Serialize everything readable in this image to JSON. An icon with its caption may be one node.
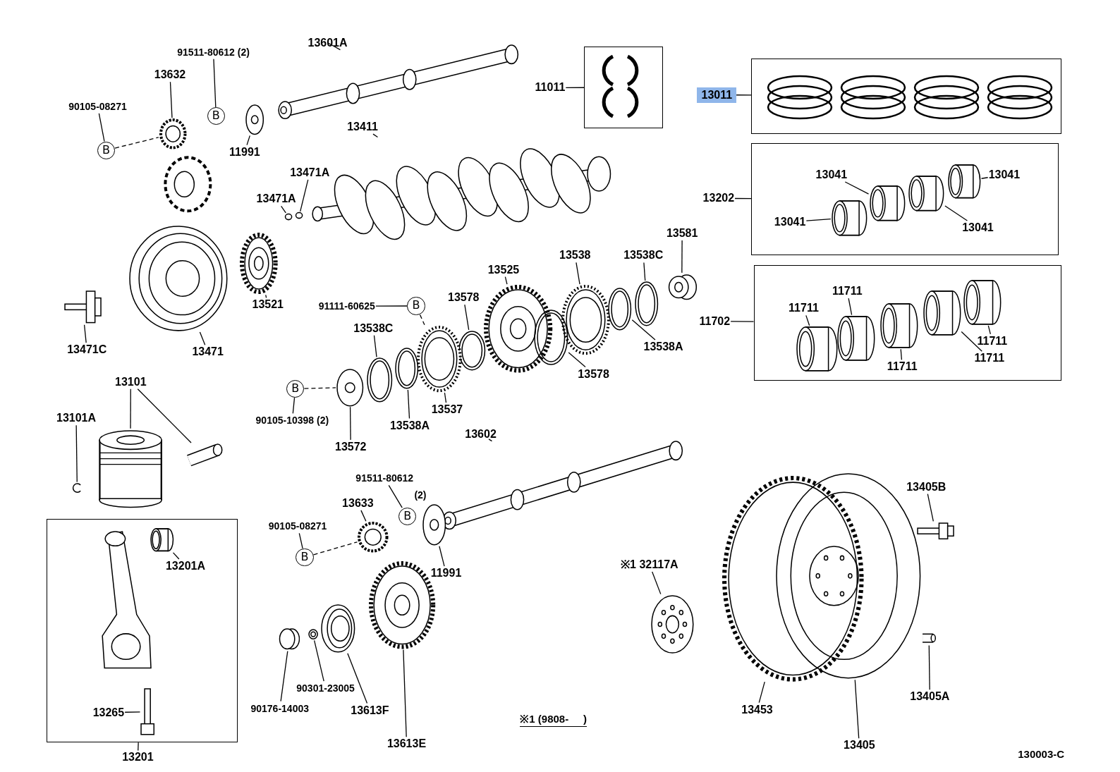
{
  "diagram": {
    "nodes": [
      {
        "text": [
          "13601A"
        ]
      },
      {
        "text": [],
        "shape": "picture"
      },
      {
        "text": [
          "91511-80612 (2)"
        ]
      },
      {
        "text": [
          "B"
        ]
      },
      {
        "text": [],
        "shape": "picture"
      },
      {
        "text": [
          "11991"
        ]
      },
      {
        "text": [
          "13632"
        ]
      },
      {
        "text": [],
        "shape": "picture"
      },
      {
        "text": [
          "90105-08271"
        ]
      },
      {
        "text": [
          "B"
        ]
      },
      {
        "text": [
          "11011"
        ]
      },
      {
        "text": [],
        "shape": "box"
      },
      {
        "text": [
          "13011"
        ]
      },
      {
        "text": [],
        "shape": "box"
      },
      {
        "text": [
          "13411"
        ]
      },
      {
        "text": [],
        "shape": "picture"
      },
      {
        "text": [
          "13471A"
        ]
      },
      {
        "text": [
          "13471A"
        ]
      },
      {
        "text": [],
        "shape": "circle"
      },
      {
        "text": [],
        "shape": "circle"
      },
      {
        "text": [
          "13202"
        ]
      },
      {
        "text": [],
        "shape": "box"
      },
      {
        "text": [
          "13041"
        ],
        "in": 21
      },
      {
        "text": [],
        "shape": "picture",
        "in": 21
      },
      {
        "text": [],
        "shape": "picture",
        "in": 21
      },
      {
        "text": [
          "13041"
        ],
        "in": 21
      },
      {
        "text": [
          "13041"
        ],
        "in": 21
      },
      {
        "text": [],
        "shape": "picture",
        "in": 21
      },
      {
        "text": [],
        "shape": "picture",
        "in": 21
      },
      {
        "text": [
          "13041"
        ],
        "in": 21
      },
      {
        "text": [
          "13581"
        ]
      },
      {
        "text": [],
        "shape": "cylinder"
      },
      {
        "text": [
          "13538"
        ]
      },
      {
        "text": [],
        "shape": "picture"
      },
      {
        "text": [
          "13538C"
        ]
      },
      {
        "text": [],
        "shape": "picture"
      },
      {
        "text": [
          "13525"
        ]
      },
      {
        "text": [],
        "shape": "picture"
      },
      {
        "text": [
          "13578"
        ]
      },
      {
        "text": [],
        "shape": "picture"
      },
      {
        "text": [
          "91111-60625"
        ]
      },
      {
        "text": [
          "B"
        ]
      },
      {
        "text": [
          "13538C"
        ]
      },
      {
        "text": [],
        "shape": "picture"
      },
      {
        "text": [
          "13538A"
        ]
      },
      {
        "text": [],
        "shape": "picture"
      },
      {
        "text": [
          "13578"
        ]
      },
      {
        "text": [],
        "shape": "picture"
      },
      {
        "text": [
          "13537"
        ]
      },
      {
        "text": [],
        "shape": "picture"
      },
      {
        "text": [
          "13538A"
        ]
      },
      {
        "text": [],
        "shape": "picture"
      },
      {
        "text": [
          "B"
        ]
      },
      {
        "text": [
          "90105-10398 (2)"
        ]
      },
      {
        "text": [],
        "shape": "picture"
      },
      {
        "text": [
          "13572"
        ]
      },
      {
        "text": [
          "13521"
        ]
      },
      {
        "text": [],
        "shape": "picture"
      },
      {
        "text": [
          "13471"
        ]
      },
      {
        "text": [],
        "shape": "picture"
      },
      {
        "text": [
          "13471C"
        ]
      },
      {
        "text": [],
        "shape": "picture"
      },
      {
        "text": [
          "11702"
        ]
      },
      {
        "text": [],
        "shape": "box"
      },
      {
        "text": [
          "11711"
        ],
        "in": 63
      },
      {
        "text": [
          "11711"
        ],
        "in": 63
      },
      {
        "text": [],
        "shape": "picture",
        "in": 63
      },
      {
        "text": [],
        "shape": "picture",
        "in": 63
      },
      {
        "text": [],
        "shape": "picture",
        "in": 63
      },
      {
        "text": [],
        "shape": "picture",
        "in": 63
      },
      {
        "text": [],
        "shape": "picture",
        "in": 63
      },
      {
        "text": [
          "11711"
        ],
        "in": 63
      },
      {
        "text": [
          "11711"
        ],
        "in": 63
      },
      {
        "text": [
          "11711"
        ],
        "in": 63
      },
      {
        "text": [
          "13101"
        ]
      },
      {
        "text": [],
        "shape": "picture"
      },
      {
        "text": [],
        "shape": "picture"
      },
      {
        "text": [
          "13101A"
        ]
      },
      {
        "text": [],
        "shape": "picture"
      },
      {
        "text": [],
        "shape": "box"
      },
      {
        "text": [],
        "shape": "picture",
        "in": 79
      },
      {
        "text": [],
        "shape": "picture",
        "in": 79
      },
      {
        "text": [
          "13201A"
        ],
        "in": 79
      },
      {
        "text": [],
        "shape": "picture",
        "in": 79
      },
      {
        "text": [
          "13265"
        ],
        "in": 79
      },
      {
        "text": [
          "13201"
        ]
      },
      {
        "text": [
          "13602"
        ]
      },
      {
        "text": [],
        "shape": "picture"
      },
      {
        "text": [
          "91511-80612"
        ]
      },
      {
        "text": [
          "B"
        ]
      },
      {
        "text": [
          "13633"
        ]
      },
      {
        "text": [],
        "shape": "picture"
      },
      {
        "text": [
          "90105-08271"
        ]
      },
      {
        "text": [
          "B"
        ]
      },
      {
        "text": [],
        "shape": "picture"
      },
      {
        "text": [
          "11991"
        ]
      },
      {
        "text": [],
        "shape": "picture"
      },
      {
        "text": [],
        "shape": "picture"
      },
      {
        "text": [],
        "shape": "picture"
      },
      {
        "text": [],
        "shape": "cylinder"
      },
      {
        "text": [
          "90301-23005"
        ]
      },
      {
        "text": [
          "90176-14003"
        ]
      },
      {
        "text": [
          "13613F"
        ]
      },
      {
        "text": [
          "13613E"
        ]
      },
      {
        "text": [
          "※1 32117A"
        ]
      },
      {
        "text": [],
        "shape": "picture"
      },
      {
        "text": [],
        "shape": "picture"
      },
      {
        "text": [
          "13405B"
        ]
      },
      {
        "text": [],
        "shape": "picture"
      },
      {
        "text": [
          "13405A"
        ]
      },
      {
        "text": [],
        "shape": "picture"
      },
      {
        "text": [
          "13453"
        ]
      },
      {
        "text": [
          "13405"
        ]
      },
      {
        "text": [],
        "shape": "picture"
      }
    ],
    "edges": [
      {
        "from": 0,
        "to": 1,
        "arrow": "none"
      },
      {
        "from": 2,
        "to": 3,
        "arrow": "none"
      },
      {
        "from": 5,
        "to": 4,
        "arrow": "none"
      },
      {
        "from": 6,
        "to": 7,
        "arrow": "none"
      },
      {
        "from": 8,
        "to": 9,
        "arrow": "none"
      },
      {
        "from": 9,
        "to": 7,
        "arrow": "none",
        "style": "dashed"
      },
      {
        "from": 10,
        "to": 11,
        "arrow": "none"
      },
      {
        "from": 12,
        "to": 13,
        "arrow": "none"
      },
      {
        "from": 14,
        "to": 15,
        "arrow": "none"
      },
      {
        "from": 16,
        "to": 19,
        "arrow": "none"
      },
      {
        "from": 17,
        "to": 18,
        "arrow": "none"
      },
      {
        "from": 20,
        "to": 21,
        "arrow": "none"
      },
      {
        "from": 22,
        "to": 23,
        "arrow": "none"
      },
      {
        "from": 25,
        "to": 24,
        "arrow": "none"
      },
      {
        "from": 26,
        "to": 27,
        "arrow": "none"
      },
      {
        "from": 29,
        "to": 28,
        "arrow": "none"
      },
      {
        "from": 30,
        "to": 31,
        "arrow": "none"
      },
      {
        "from": 32,
        "to": 33,
        "arrow": "none"
      },
      {
        "from": 34,
        "to": 35,
        "arrow": "none"
      },
      {
        "from": 36,
        "to": 37,
        "arrow": "none"
      },
      {
        "from": 38,
        "to": 39,
        "arrow": "none"
      },
      {
        "from": 40,
        "to": 41,
        "arrow": "none"
      },
      {
        "from": 41,
        "to": 49,
        "arrow": "none",
        "style": "dashed"
      },
      {
        "from": 42,
        "to": 43,
        "arrow": "none"
      },
      {
        "from": 44,
        "to": 45,
        "arrow": "none"
      },
      {
        "from": 46,
        "to": 47,
        "arrow": "none"
      },
      {
        "from": 48,
        "to": 49,
        "arrow": "none"
      },
      {
        "from": 50,
        "to": 51,
        "arrow": "none"
      },
      {
        "from": 52,
        "to": 54,
        "arrow": "none",
        "style": "dashed"
      },
      {
        "from": 53,
        "to": 52,
        "arrow": "none"
      },
      {
        "from": 55,
        "to": 54,
        "arrow": "none"
      },
      {
        "from": 56,
        "to": 57,
        "arrow": "none"
      },
      {
        "from": 58,
        "to": 59,
        "arrow": "none"
      },
      {
        "from": 60,
        "to": 61,
        "arrow": "none"
      },
      {
        "from": 62,
        "to": 63,
        "arrow": "none"
      },
      {
        "from": 64,
        "to": 66,
        "arrow": "none"
      },
      {
        "from": 65,
        "to": 67,
        "arrow": "none"
      },
      {
        "from": 73,
        "to": 68,
        "arrow": "none"
      },
      {
        "from": 72,
        "to": 69,
        "arrow": "none"
      },
      {
        "from": 71,
        "to": 70,
        "arrow": "none"
      },
      {
        "from": 74,
        "to": 75,
        "arrow": "none"
      },
      {
        "from": 74,
        "to": 76,
        "arrow": "none"
      },
      {
        "from": 77,
        "to": 78,
        "arrow": "none"
      },
      {
        "from": 82,
        "to": 81,
        "arrow": "none"
      },
      {
        "from": 84,
        "to": 83,
        "arrow": "none"
      },
      {
        "from": 85,
        "to": 79,
        "arrow": "none"
      },
      {
        "from": 86,
        "to": 87,
        "arrow": "none"
      },
      {
        "from": 88,
        "to": 89,
        "arrow": "none"
      },
      {
        "from": 90,
        "to": 91,
        "arrow": "none"
      },
      {
        "from": 92,
        "to": 93,
        "arrow": "none"
      },
      {
        "from": 93,
        "to": 91,
        "arrow": "none",
        "style": "dashed"
      },
      {
        "from": 95,
        "to": 94,
        "arrow": "none"
      },
      {
        "from": 100,
        "to": 98,
        "arrow": "none"
      },
      {
        "from": 101,
        "to": 99,
        "arrow": "none"
      },
      {
        "from": 102,
        "to": 97,
        "arrow": "none"
      },
      {
        "from": 103,
        "to": 96,
        "arrow": "none"
      },
      {
        "from": 104,
        "to": 105,
        "arrow": "none"
      },
      {
        "from": 107,
        "to": 108,
        "arrow": "none"
      },
      {
        "from": 109,
        "to": 110,
        "arrow": "none"
      },
      {
        "from": 111,
        "to": 106,
        "arrow": "none"
      },
      {
        "from": 112,
        "to": 113,
        "arrow": "none"
      }
    ],
    "labels": [
      "(2)",
      "※1 (9808-     )",
      "130003-C"
    ]
  }
}
